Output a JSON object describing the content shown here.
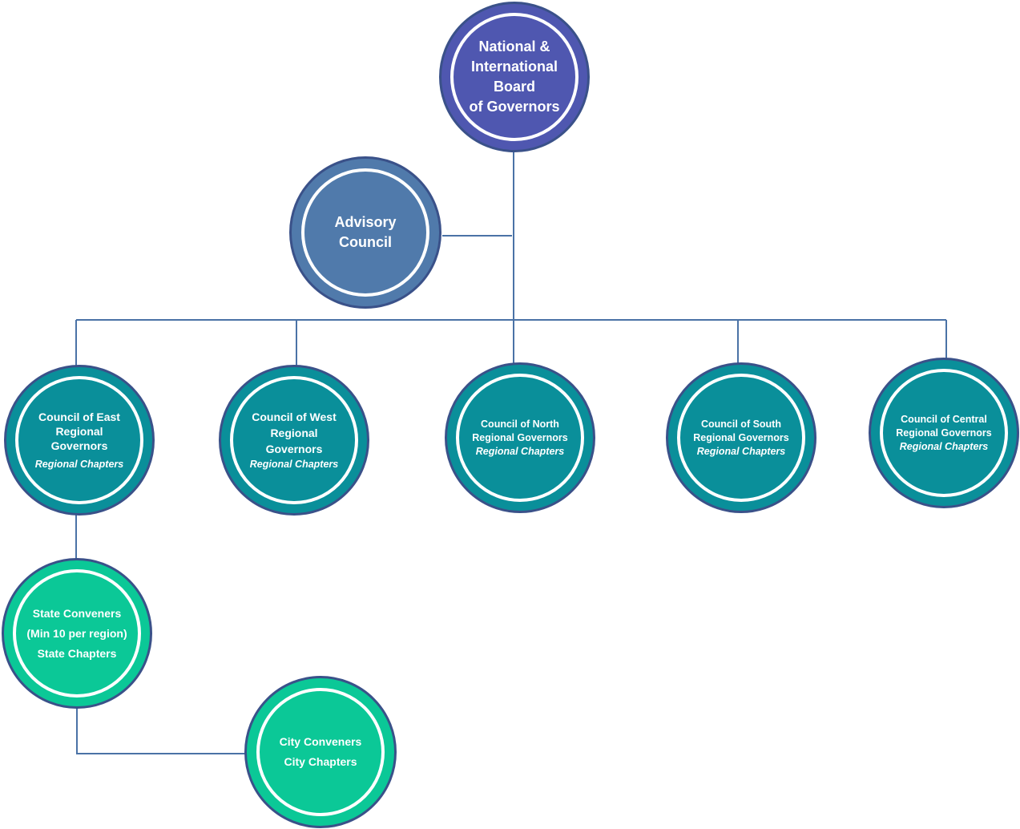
{
  "colors": {
    "board": "#4f57b0",
    "advisory": "#507aab",
    "regional": "#0a8f9a",
    "state": "#0bc897",
    "city": "#0bc897",
    "outline": "#3a5189",
    "connector": "#4a72a6"
  },
  "nodes": {
    "board": {
      "lines": [
        "National &",
        "International",
        "Board",
        "of Governors"
      ]
    },
    "advisory": {
      "lines": [
        "Advisory",
        "Council"
      ]
    },
    "east": {
      "title": "Council of East\nRegional\nGovernors",
      "subtitle": "Regional Chapters"
    },
    "west": {
      "title": "Council of West\nRegional\nGovernors",
      "subtitle": "Regional Chapters"
    },
    "north": {
      "title": "Council of North\nRegional Governors",
      "subtitle": "Regional Chapters"
    },
    "south": {
      "title": "Council of South\nRegional Governors",
      "subtitle": "Regional Chapters"
    },
    "central": {
      "title": "Council of Central\nRegional Governors",
      "subtitle": "Regional Chapters"
    },
    "state": {
      "lines": [
        "State Conveners",
        "(Min 10 per region)",
        "State Chapters"
      ]
    },
    "city": {
      "lines": [
        "City Conveners",
        "City Chapters"
      ]
    }
  }
}
